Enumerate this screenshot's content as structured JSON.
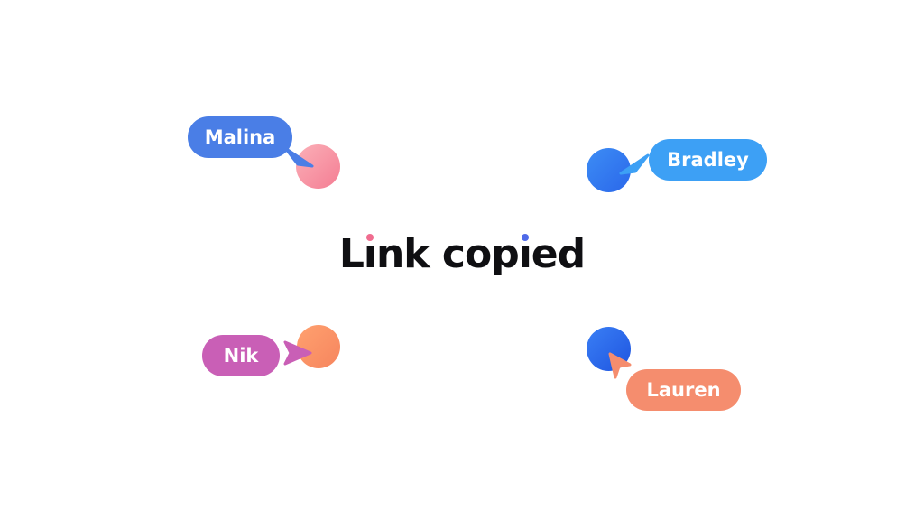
{
  "headline": {
    "before_i1": "L",
    "i1": "ı",
    "middle": "nk cop",
    "i2": "ı",
    "after_i2": "ed",
    "dot1_color": "#f06c8f",
    "dot2_color": "#4f6ae8"
  },
  "collaborators": [
    {
      "name": "Malina",
      "pill_color": "#4a7ee6",
      "avatar_from": "#fbb0b8",
      "avatar_to": "#f47d93",
      "cursor_color": "#4a7ee6"
    },
    {
      "name": "Bradley",
      "pill_color": "#3da0f5",
      "avatar_from": "#3d8df5",
      "avatar_to": "#2a67ea",
      "cursor_color": "#3da0f5"
    },
    {
      "name": "Nik",
      "pill_color": "#c95fb6",
      "avatar_from": "#ffa16f",
      "avatar_to": "#f6855e",
      "cursor_color": "#c95fb6"
    },
    {
      "name": "Lauren",
      "pill_color": "#f58d6e",
      "avatar_from": "#3a7ff5",
      "avatar_to": "#1f55e0",
      "cursor_color": "#f58d6e"
    }
  ]
}
